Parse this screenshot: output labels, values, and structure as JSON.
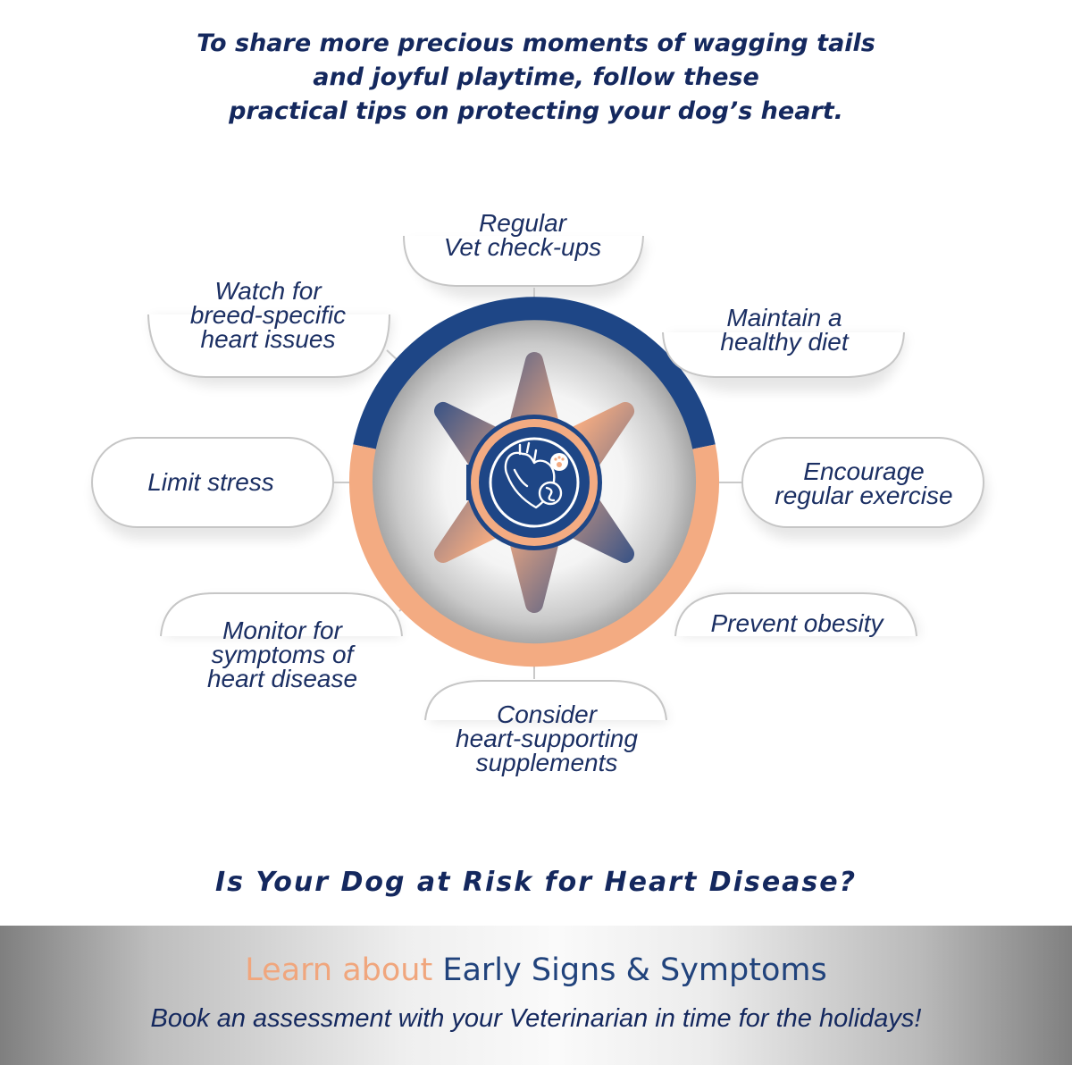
{
  "header": {
    "lines": [
      "To share more precious moments of wagging tails",
      "and joyful playtime, follow these",
      "practical tips on protecting your dog’s heart."
    ]
  },
  "tips": [
    {
      "id": "vet-checkups",
      "lines": [
        "Regular",
        "Vet check-ups"
      ]
    },
    {
      "id": "healthy-diet",
      "lines": [
        "Maintain a",
        "healthy diet"
      ]
    },
    {
      "id": "regular-exercise",
      "lines": [
        "Encourage",
        "regular exercise"
      ]
    },
    {
      "id": "prevent-obesity",
      "lines": [
        "Prevent obesity"
      ]
    },
    {
      "id": "supplements",
      "lines": [
        "Consider",
        "heart-supporting",
        "supplements"
      ]
    },
    {
      "id": "monitor-symptoms",
      "lines": [
        "Monitor for",
        "symptoms of",
        "heart disease"
      ]
    },
    {
      "id": "limit-stress",
      "lines": [
        "Limit stress"
      ]
    },
    {
      "id": "breed-specific",
      "lines": [
        "Watch for",
        "breed-specific",
        "heart issues"
      ]
    }
  ],
  "center": {
    "icon": "heart-and-paw-icon"
  },
  "question": "Is Your Dog at Risk for Heart Disease?",
  "banner": {
    "learn_prefix": "Learn about",
    "learn_topic": "Early Signs & Symptoms",
    "cta": "Book an assessment with your Veterinarian in time for the holidays!"
  },
  "colors": {
    "navy": "#1e4686",
    "orange": "#f3ab82",
    "text": "#14285e"
  }
}
